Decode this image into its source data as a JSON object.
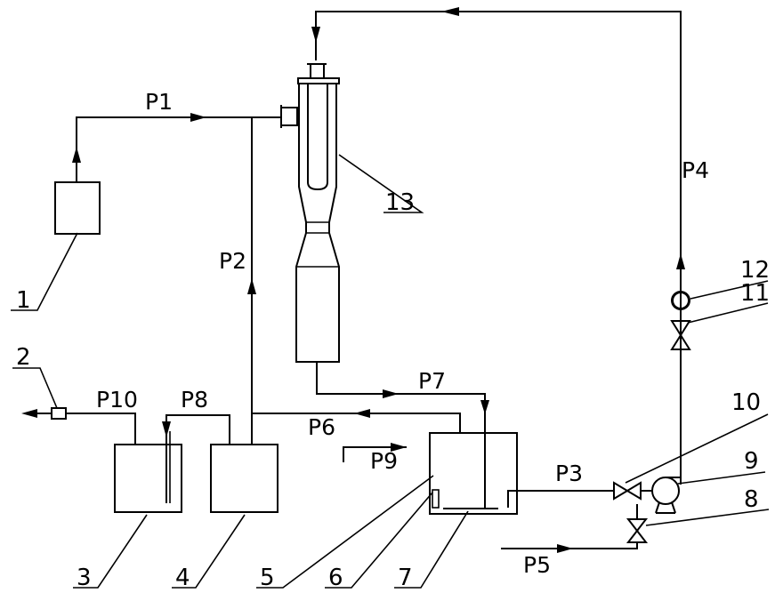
{
  "pipes": {
    "p1": "P1",
    "p2": "P2",
    "p3": "P3",
    "p4": "P4",
    "p5": "P5",
    "p6": "P6",
    "p7": "P7",
    "p8": "P8",
    "p9": "P9",
    "p10": "P10"
  },
  "components": {
    "c1": "1",
    "c2": "2",
    "c3": "3",
    "c4": "4",
    "c5": "5",
    "c6": "6",
    "c7": "7",
    "c8": "8",
    "c9": "9",
    "c10": "10",
    "c11": "11",
    "c12": "12",
    "c13": "13"
  }
}
